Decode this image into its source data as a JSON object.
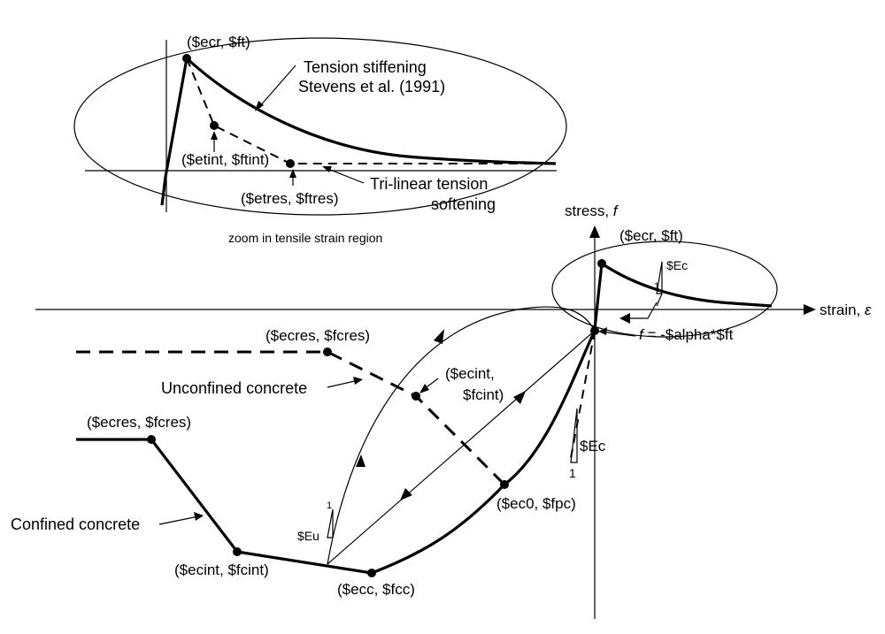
{
  "axes": {
    "stress_label": "stress, ",
    "stress_symbol": "f",
    "strain_label": "strain, ",
    "strain_symbol": "ε"
  },
  "inset": {
    "peak": "($ecr, $ft)",
    "intermediate": "($etint, $ftint)",
    "residual": "($etres, $ftres)",
    "stiffening_line1": "Tension stiffening",
    "stiffening_line2": "Stevens et al. (1991)",
    "softening_line1": "Tri-linear tension",
    "softening_line2": "softening",
    "caption": "zoom in tensile strain region"
  },
  "main": {
    "tension_peak": "($ecr, $ft)",
    "ec_small": "$Ec",
    "one_small": "1",
    "reload_stress": "f = -$alpha*$ft",
    "ec": "$Ec",
    "one": "1",
    "unconfined_residual": "($ecres, $fcres)",
    "unconfined_label": "Unconfined concrete",
    "unconfined_int_line1": "($ecint,",
    "unconfined_int_line2": "$fcint)",
    "confined_residual": "($ecres, $fcres)",
    "confined_label": "Confined concrete",
    "confined_int": "($ecint, $fcint)",
    "confined_peak": "($ecc, $fcc)",
    "unconfined_peak": "($ec0, $fpc)",
    "eu": "$Eu",
    "eu_one": "1"
  }
}
